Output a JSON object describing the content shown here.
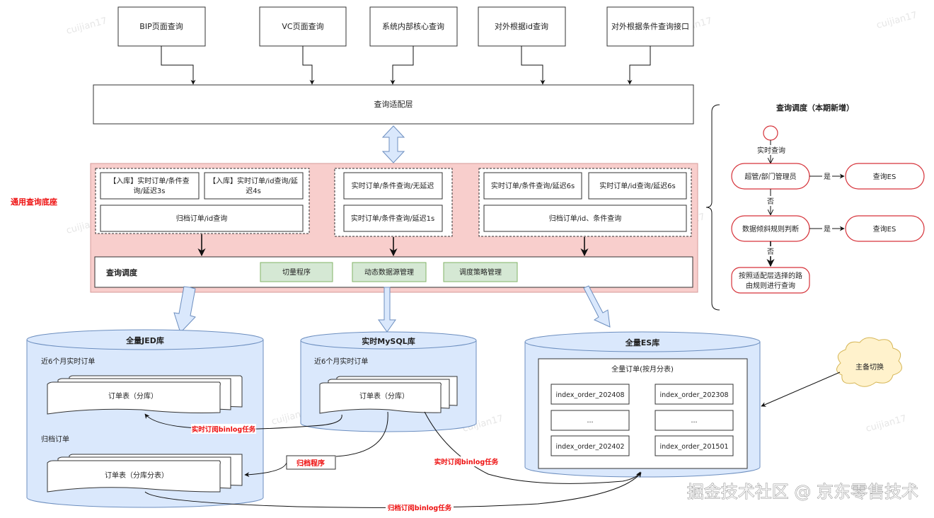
{
  "clients": [
    {
      "label": "BIP页面查询"
    },
    {
      "label": "VC页面查询"
    },
    {
      "label": "系统内部核心查询"
    },
    {
      "label": "对外根据id查询"
    },
    {
      "label": "对外根据条件查询接口"
    }
  ],
  "adapter_layer": {
    "label": "查询适配层"
  },
  "base": {
    "title": "通用查询底座",
    "group_left": {
      "items": [
        {
          "line1": "【入库】实时订单/条件查",
          "line2": "询/延迟3s"
        },
        {
          "line1": "【入库】实时订单/id查询/延",
          "line2": "迟4s"
        }
      ],
      "bottom": "归档订单/id查询"
    },
    "group_mid": {
      "items": [
        "实时订单/条件查询/无延迟",
        "实时订单/条件查询/延迟1s"
      ]
    },
    "group_right": {
      "items": [
        "实时订单/条件查询/延迟6s",
        "实时订单/id查询/延迟6s"
      ],
      "bottom": "归档订单/id、条件查询"
    },
    "dispatch": {
      "label": "查询调度",
      "modules": [
        "切量程序",
        "动态数据源管理",
        "调度策略管理"
      ]
    }
  },
  "databases": {
    "jed": {
      "title": "全量JED库",
      "section1": "近6个月实时订单",
      "table1": "订单表（分库）",
      "section2": "归档订单",
      "table2": "订单表（分库分表）"
    },
    "mysql": {
      "title": "实时MySQL库",
      "section1": "近6个月实时订单",
      "table1": "订单表（分库）"
    },
    "es": {
      "title": "全量ES库",
      "inner_title": "全量订单(按月分表)",
      "indices": [
        "index_order_202408",
        "index_order_202308",
        "...",
        "...",
        "index_order_202402",
        "index_order_201501"
      ]
    }
  },
  "flows": {
    "realtime_binlog_jed": "实时订阅binlog任务",
    "archive_program": "归档程序",
    "realtime_binlog_es": "实时订阅binlog任务",
    "archive_binlog_es": "归档订阅binlog任务",
    "failover": "主备切换"
  },
  "dispatch_flow": {
    "title": "查询调度（本期新增）",
    "start_label": "实时查询",
    "decision1": "超管/部门管理员",
    "decision2": "数据倾斜规则判断",
    "yes_label": "是",
    "no_label": "否",
    "result_es": "查询ES",
    "fallback_line1": "按照适配层选择的路",
    "fallback_line2": "由规则进行查询"
  },
  "watermark": "cuijian17",
  "footer": "掘金技术社区 @ 京东零售技术"
}
